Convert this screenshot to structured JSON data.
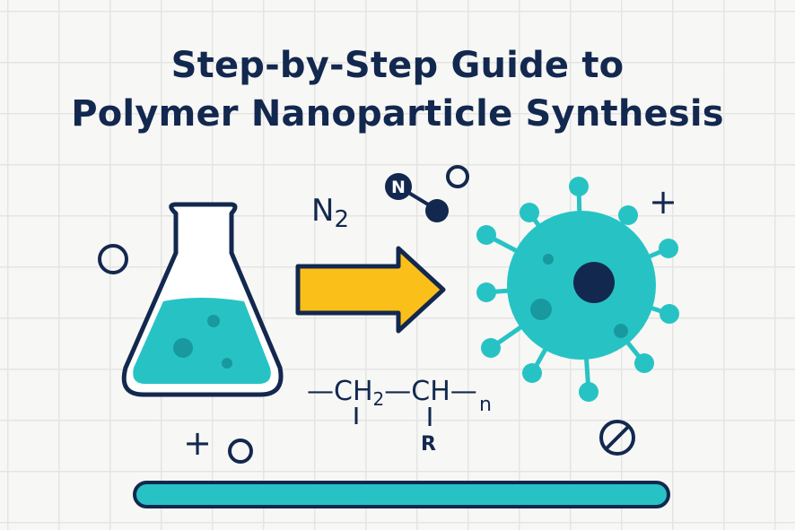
{
  "title": {
    "line1": "Step-by-Step Guide to",
    "line2": "Polymer Nanoparticle Synthesis"
  },
  "labels": {
    "gas_formula_main": "N",
    "gas_formula_subscript": "2",
    "molecule_atom_letter": "N"
  },
  "polymer_formula": {
    "left_bond": "—",
    "ch2_main": "CH",
    "ch2_subscript": "2",
    "middle_bond": "—",
    "ch": "CH",
    "right_bond": "—",
    "repeat": "n",
    "side_group": "R"
  },
  "symbols": {
    "plus_top_right": "+",
    "plus_bottom_left": "+"
  },
  "colors": {
    "navy": "#13284f",
    "teal": "#27c3c4",
    "teal_dark": "#1899a0",
    "arrow_yellow": "#fbbf1a",
    "background": "#f7f7f5",
    "grid": "#e4e4e2"
  },
  "icons": [
    "flask-icon",
    "arrow-right-icon",
    "nanoparticle-icon",
    "molecule-icon",
    "no-symbol-icon",
    "circle-icon",
    "plus-icon"
  ]
}
